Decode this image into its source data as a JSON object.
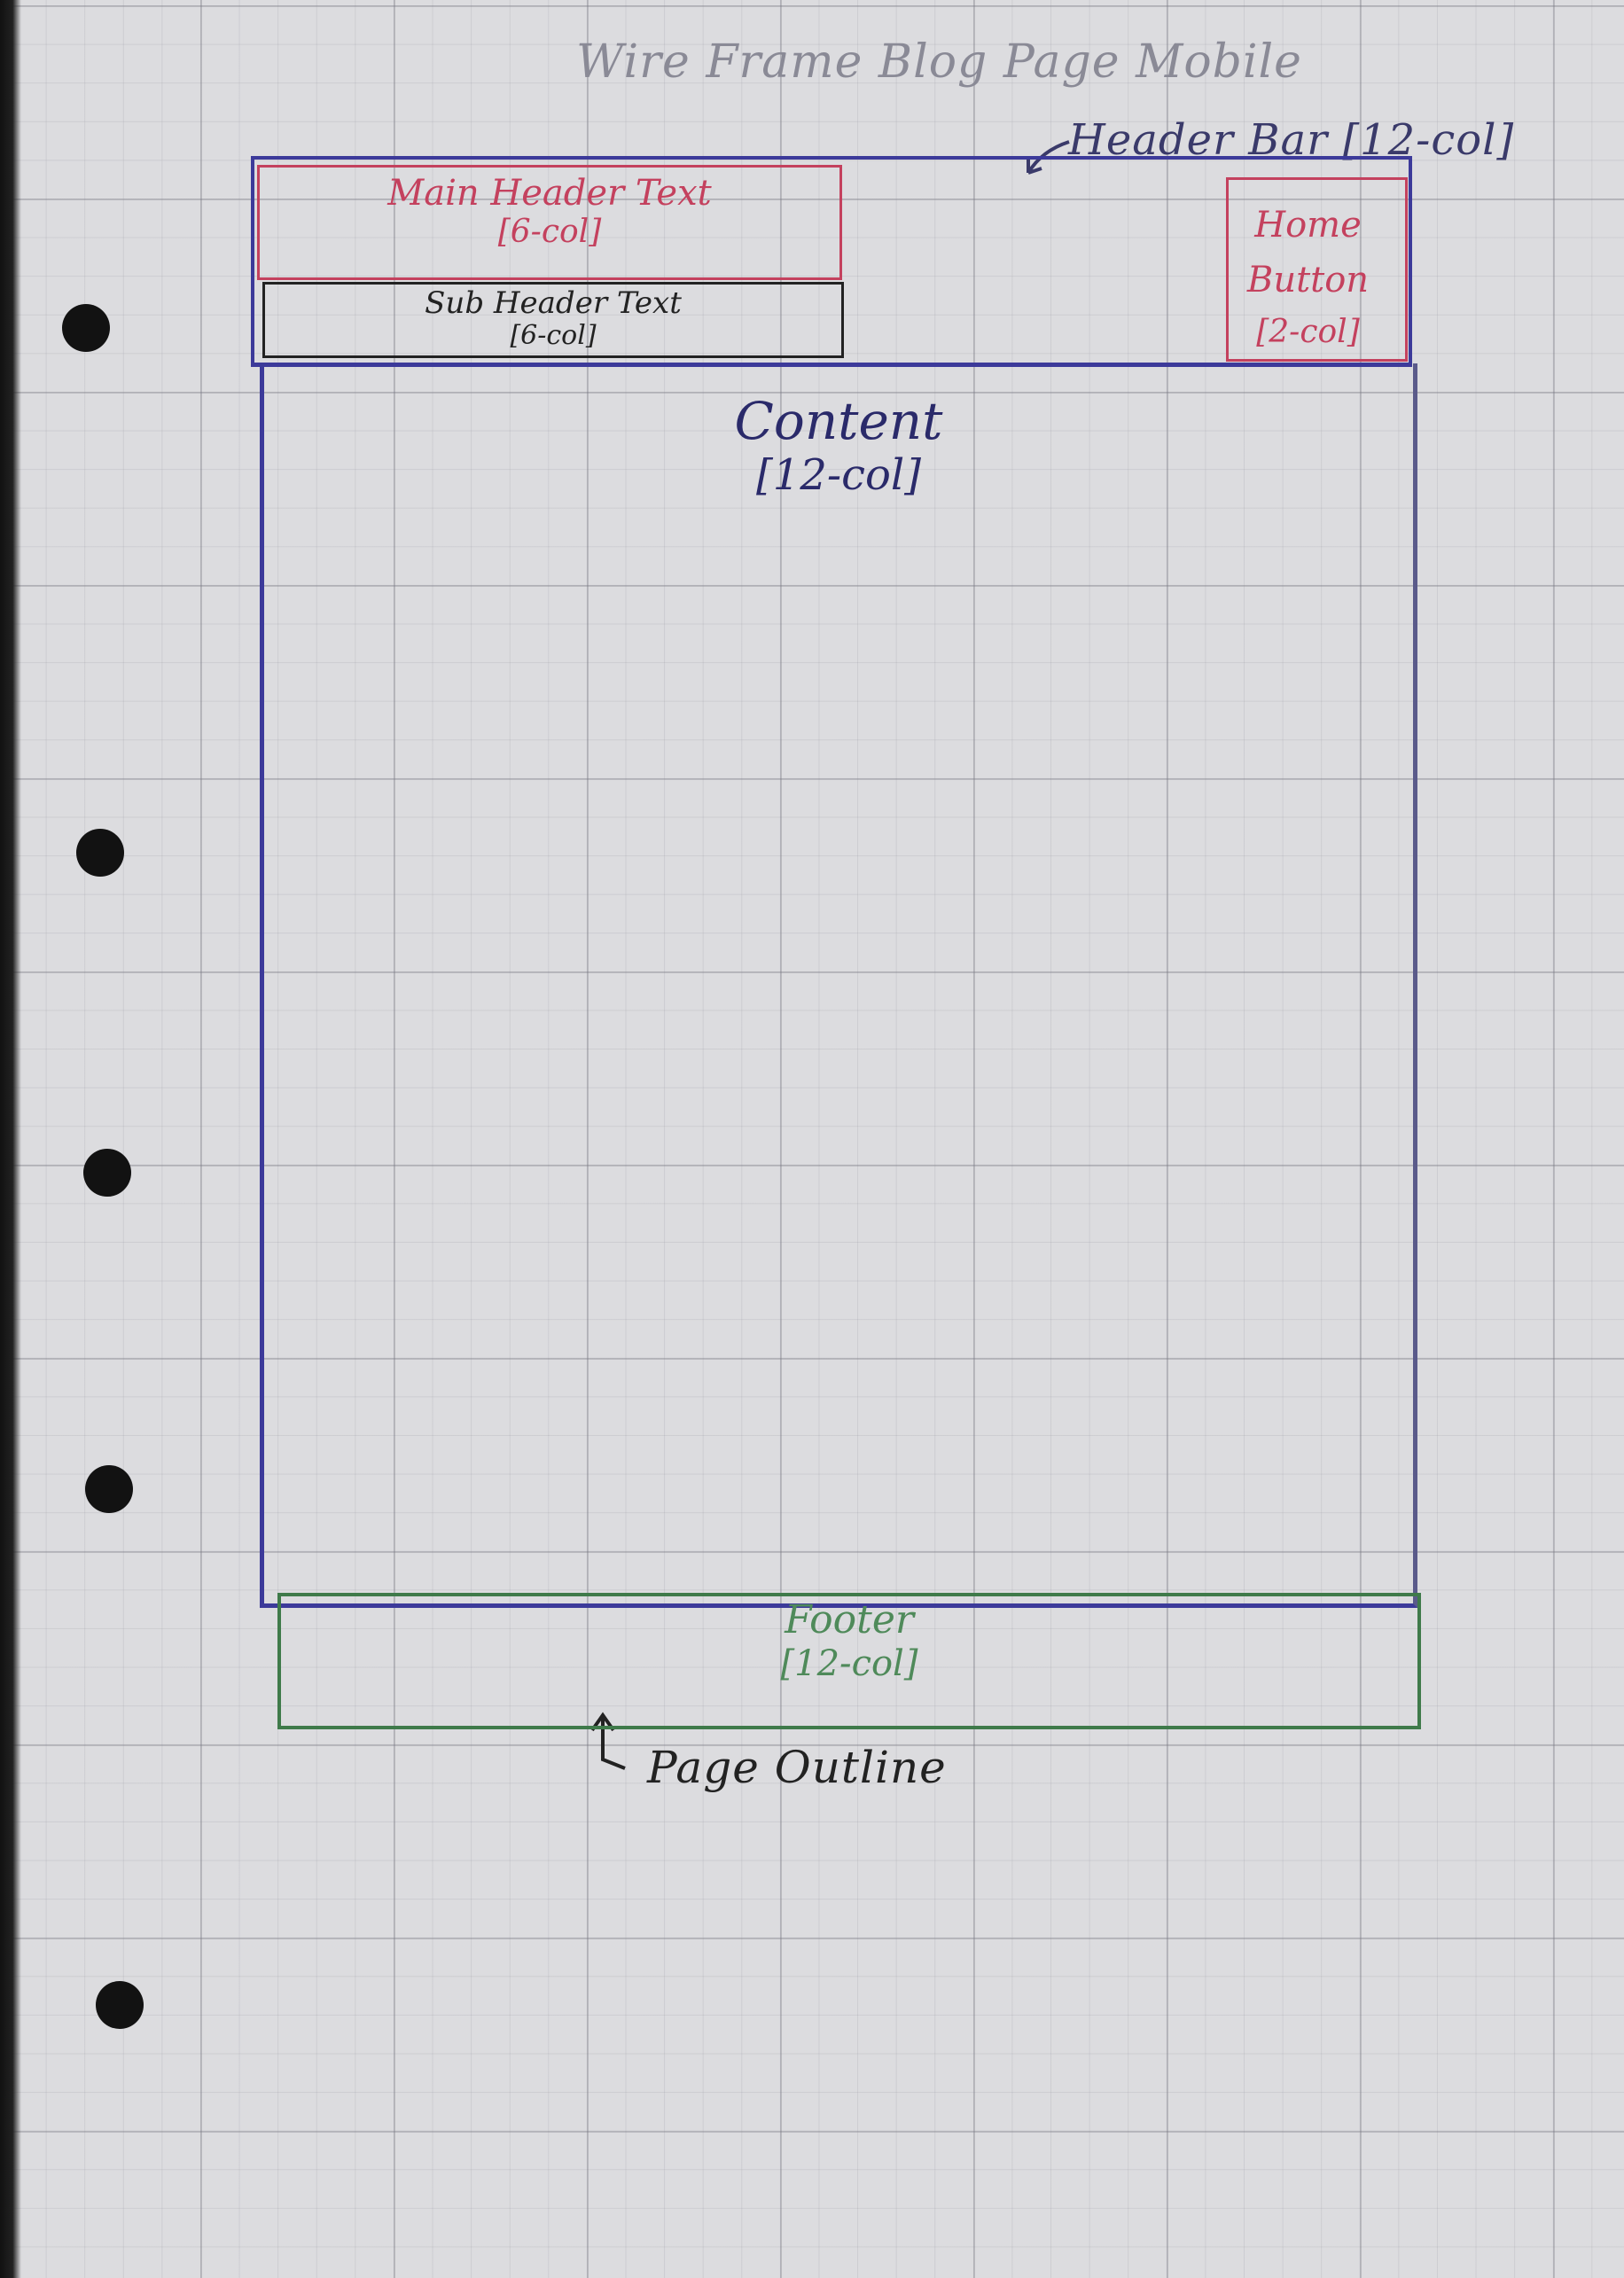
{
  "title": "Wire Frame Blog Page Mobile",
  "header_bar_note": "Header Bar [12-col]",
  "main_header": {
    "label": "Main Header Text",
    "cols": "[6-col]"
  },
  "sub_header": {
    "label": "Sub Header Text",
    "cols": "[6-col]"
  },
  "home_button": {
    "line1": "Home",
    "line2": "Button",
    "cols": "[2-col]"
  },
  "content": {
    "label": "Content",
    "cols": "[12-col]"
  },
  "footer": {
    "label": "Footer",
    "cols": "[12-col]"
  },
  "page_outline_note": "Page Outline",
  "colors": {
    "paper": "#dcdcdf",
    "blue_ink": "#3c3a9a",
    "red_ink": "#c4415e",
    "green_ink": "#3f7a4a",
    "black_ink": "#222222"
  }
}
